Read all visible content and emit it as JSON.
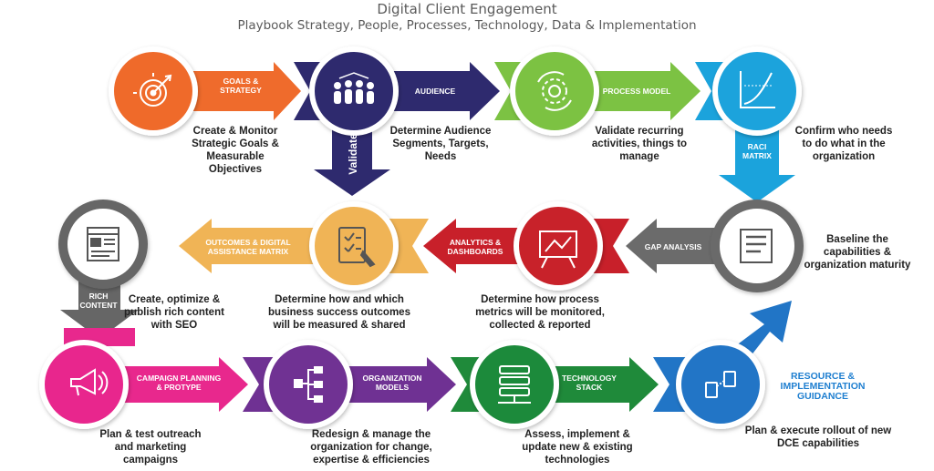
{
  "header": {
    "title": "Digital Client Engagement",
    "subtitle": "Playbook Strategy, People, Processes, Technology, Data & Implementation"
  },
  "colors": {
    "orange": "#ef6b2c",
    "navy": "#2e2a6e",
    "green": "#7cc243",
    "teal": "#1ba3dc",
    "gray": "#6b6b6b",
    "red": "#c8202a",
    "tan": "#f0b456",
    "darkgray": "#666666",
    "magenta": "#e8288d",
    "purple": "#6f3193",
    "darkgreen": "#1f8a3a",
    "blue": "#2175c6"
  },
  "steps": {
    "goals": {
      "label": "GOALS & STRATEGY",
      "icon": "target-icon",
      "desc": "Create & Monitor Strategic Goals & Measurable Objectives"
    },
    "audience": {
      "label": "AUDIENCE",
      "icon": "people-group-icon",
      "desc": "Determine Audience Segments, Targets, Needs"
    },
    "process_model": {
      "label": "PROCESS MODEL",
      "icon": "gears-icon",
      "desc": "Validate recurring activities, things to manage"
    },
    "raci": {
      "label": "RACI MATRIX",
      "icon": "chart-graph-icon",
      "desc": "Confirm who needs to do what in the organization"
    },
    "gap": {
      "label": "GAP ANALYSIS",
      "icon": "document-lines-icon",
      "desc": "Baseline the capabilities & organization maturity"
    },
    "analytics": {
      "label": "ANALYTICS & DASHBOARDS",
      "icon": "presentation-chart-icon",
      "desc": "Determine how process metrics will be monitored, collected & reported"
    },
    "outcomes": {
      "label": "OUTCOMES & DIGITAL ASSISTANCE MATRIX",
      "icon": "checklist-icon",
      "desc": "Determine how and which business success outcomes will be measured & shared"
    },
    "rich_content": {
      "label": "RICH CONTENT",
      "icon": "web-page-icon",
      "desc": "Create, optimize & publish rich content with SEO"
    },
    "campaign": {
      "label": "CAMPAIGN PLANNING & PROTYPE",
      "icon": "megaphone-icon",
      "desc": "Plan & test outreach and marketing campaigns"
    },
    "org_models": {
      "label": "ORGANIZATION MODELS",
      "icon": "org-chart-icon",
      "desc": "Redesign & manage the organization for change, expertise & efficiencies"
    },
    "tech_stack": {
      "label": "TECHNOLOGY STACK",
      "icon": "server-stack-icon",
      "desc": "Assess, implement & update new & existing technologies"
    },
    "resource": {
      "label": "RESOURCE & IMPLEMENTATION GUIDANCE",
      "icon": "connected-devices-icon",
      "desc": "Plan & execute rollout of new DCE capabilities"
    }
  },
  "validate_label": "Validate"
}
